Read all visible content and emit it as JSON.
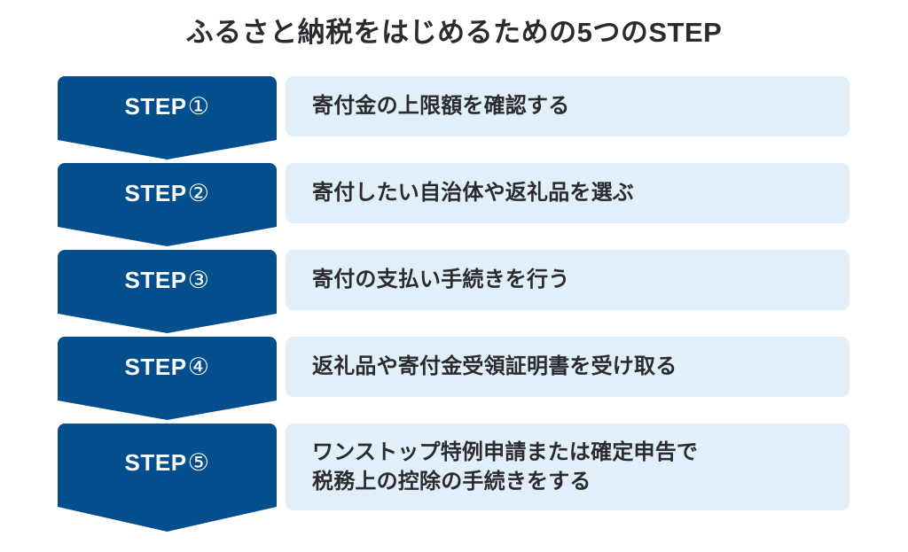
{
  "title": "ふるさと納税をはじめるための5つのSTEP",
  "colors": {
    "page_background": "#ffffff",
    "badge_blue": "#034e8d",
    "panel_light_blue": "#e0effa",
    "text_dark": "#2b2b2f",
    "badge_text": "#ffffff"
  },
  "steps": [
    {
      "badge_word": "STEP",
      "badge_number": "①",
      "description": "寄付金の上限額を確認する"
    },
    {
      "badge_word": "STEP",
      "badge_number": "②",
      "description": "寄付したい自治体や返礼品を選ぶ"
    },
    {
      "badge_word": "STEP",
      "badge_number": "③",
      "description": "寄付の支払い手続きを行う"
    },
    {
      "badge_word": "STEP",
      "badge_number": "④",
      "description": "返礼品や寄付金受領証明書を受け取る"
    },
    {
      "badge_word": "STEP",
      "badge_number": "⑤",
      "description": "ワンストップ特例申請または確定申告で\n税務上の控除の手続きをする"
    }
  ]
}
